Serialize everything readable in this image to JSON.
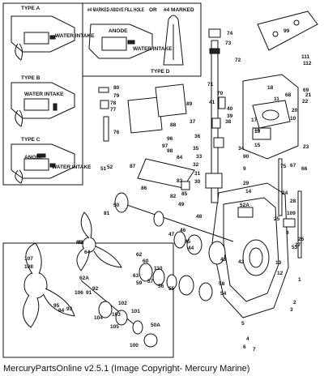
{
  "insets": {
    "type_a": "TYPE A",
    "type_b": "TYPE B",
    "type_c": "TYPE C",
    "type_d": "TYPE D",
    "water_intake": "WATER INTAKE",
    "anode": "ANODE",
    "marked_4_above": "#4 MARKED ABOVE FILL HOLE",
    "or": "OR",
    "marked_4": "#4 MARKED"
  },
  "part_numbers": [
    "1",
    "2",
    "3",
    "4",
    "5",
    "6",
    "7",
    "8",
    "9",
    "10",
    "11",
    "12",
    "13",
    "14",
    "15",
    "16",
    "17",
    "18",
    "19",
    "20",
    "21",
    "22",
    "23",
    "24",
    "25",
    "26",
    "27",
    "28",
    "29",
    "30",
    "31",
    "32",
    "33",
    "34",
    "35",
    "36",
    "37",
    "38",
    "39",
    "40",
    "41",
    "42",
    "43",
    "44",
    "45",
    "46",
    "47",
    "48",
    "49",
    "50",
    "51",
    "52",
    "53",
    "54",
    "55",
    "56",
    "57",
    "58",
    "59",
    "60",
    "61",
    "62",
    "63",
    "64",
    "65",
    "66",
    "67",
    "68",
    "69",
    "70",
    "71",
    "72",
    "73",
    "74",
    "75",
    "76",
    "77",
    "78",
    "79",
    "80",
    "81",
    "82",
    "83",
    "84",
    "85",
    "86",
    "87",
    "88",
    "89",
    "90",
    "91",
    "92",
    "93",
    "94",
    "95",
    "96",
    "97",
    "98",
    "99",
    "100",
    "101",
    "102",
    "103",
    "104",
    "105",
    "106",
    "107",
    "108",
    "109",
    "110",
    "111",
    "112",
    "52A",
    "62A",
    "50A"
  ],
  "footer": "MercuryPartsOnline v2.5.1 (Image Copyright- Mercury Marine)"
}
